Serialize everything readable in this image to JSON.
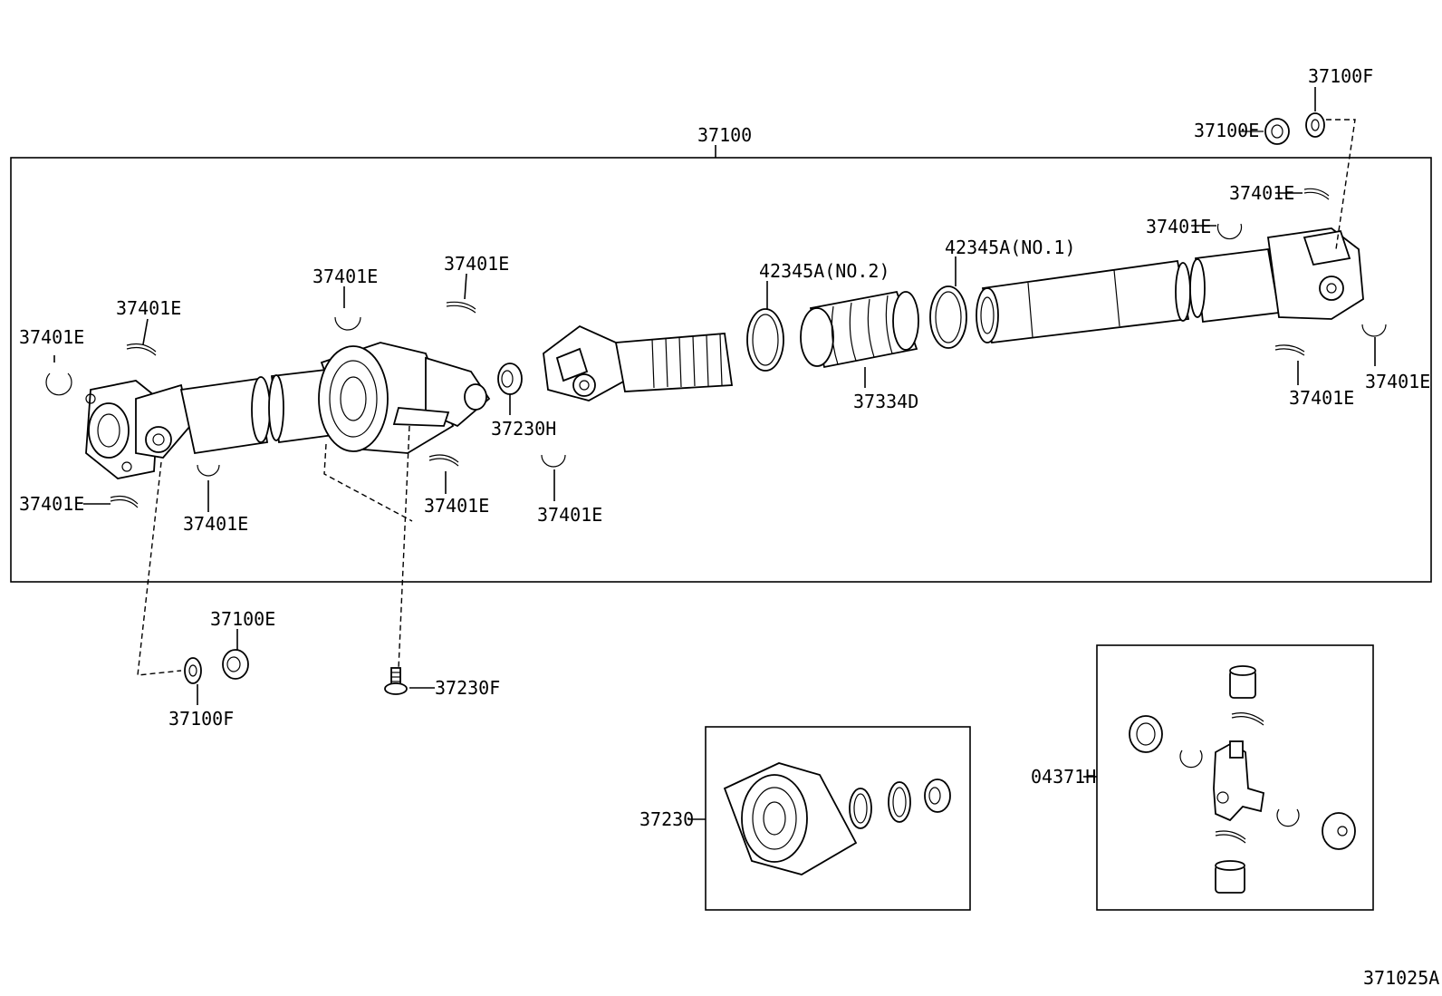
{
  "diagram_id": "371025A",
  "labels": {
    "shaft_assy": "37100",
    "nut_top": "37100F",
    "washer_top": "37100E",
    "snap_ring": "37401E",
    "clamp_no2": "42345A(NO.2)",
    "clamp_no1": "42345A(NO.1)",
    "boot": "37334D",
    "bearing_cushion": "37230H",
    "washer_bottom": "37100E",
    "nut_bottom": "37100F",
    "bolt": "37230F",
    "center_bearing": "37230",
    "spider_kit": "04371H"
  }
}
